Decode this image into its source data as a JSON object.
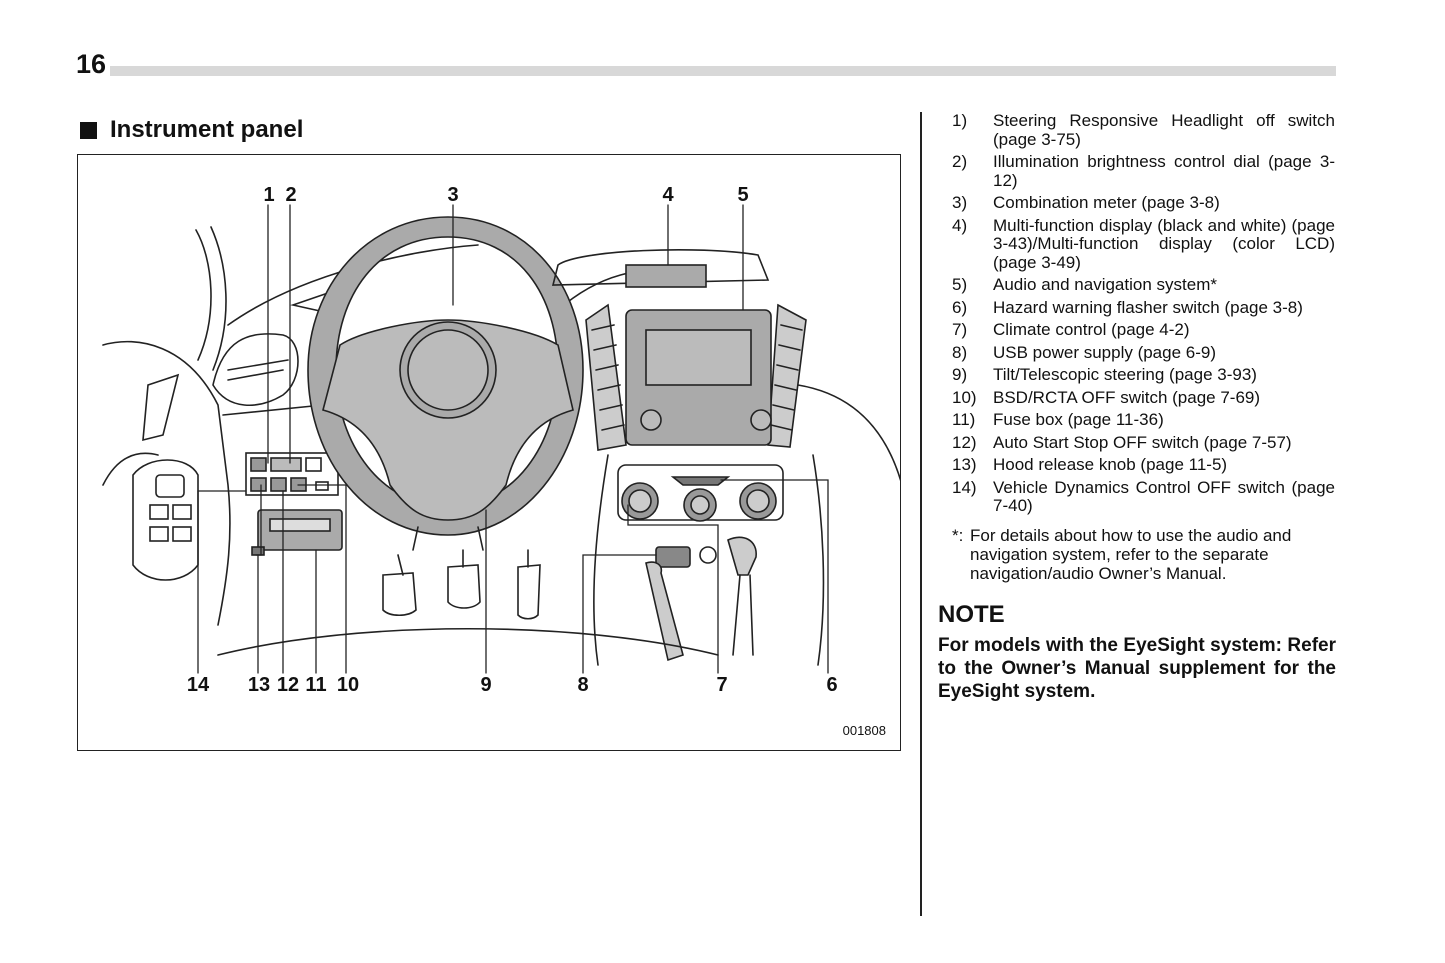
{
  "page": {
    "number": "16"
  },
  "section": {
    "title": "Instrument panel"
  },
  "figure": {
    "code": "001808",
    "callouts": [
      "1",
      "2",
      "3",
      "4",
      "5",
      "6",
      "7",
      "8",
      "9",
      "10",
      "11",
      "12",
      "13",
      "14"
    ]
  },
  "legend": [
    {
      "num": "1)",
      "text": "Steering Responsive Headlight off switch (page 3-75)"
    },
    {
      "num": "2)",
      "text": "Illumination brightness control dial (page 3-12)"
    },
    {
      "num": "3)",
      "text": "Combination meter (page 3-8)"
    },
    {
      "num": "4)",
      "text": "Multi-function display (black and white) (page 3-43)/Multi-function display (color LCD) (page 3-49)"
    },
    {
      "num": "5)",
      "text": "Audio and navigation system*"
    },
    {
      "num": "6)",
      "text": "Hazard warning flasher switch (page 3-8)"
    },
    {
      "num": "7)",
      "text": "Climate control (page 4-2)"
    },
    {
      "num": "8)",
      "text": "USB power supply (page 6-9)"
    },
    {
      "num": "9)",
      "text": "Tilt/Telescopic steering (page 3-93)"
    },
    {
      "num": "10)",
      "text": "BSD/RCTA OFF switch (page 7-69)"
    },
    {
      "num": "11)",
      "text": "Fuse box (page 11-36)"
    },
    {
      "num": "12)",
      "text": "Auto Start Stop OFF switch (page 7-57)"
    },
    {
      "num": "13)",
      "text": "Hood release knob (page 11-5)"
    },
    {
      "num": "14)",
      "text": "Vehicle Dynamics Control OFF switch (page 7-40)"
    }
  ],
  "footnote": {
    "mark": "*:",
    "text": "For details about how to use the audio and navigation system, refer to the separate navigation/audio Owner’s Manual."
  },
  "note": {
    "heading": "NOTE",
    "body": "For models with the EyeSight system: Refer to the Owner’s Manual supplement for the EyeSight system."
  }
}
